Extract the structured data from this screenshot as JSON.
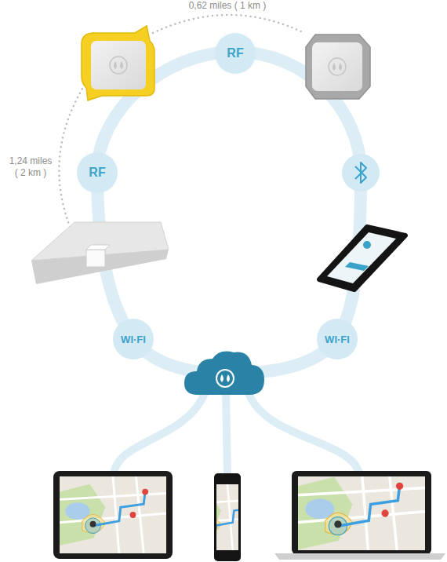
{
  "diagram": {
    "nodes": [
      {
        "text": [
          "RF"
        ]
      },
      {
        "text": [
          "RF"
        ]
      },
      {
        "text": [
          "WI·FI"
        ]
      },
      {
        "text": [
          "WI·FI"
        ]
      }
    ],
    "labels": [
      "0,62 miles ( 1 km )",
      "1,24 miles ( 2 km )"
    ]
  }
}
